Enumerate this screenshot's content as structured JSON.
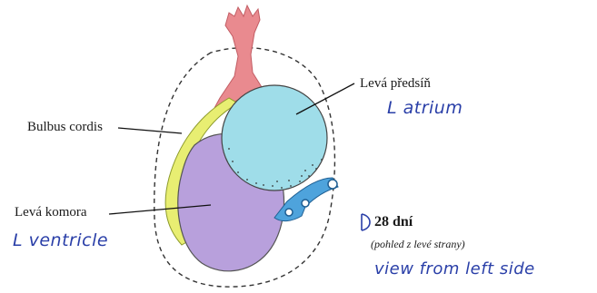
{
  "labels": {
    "left_atrium_cz": "Levá předsíň",
    "bulbus_cordis": "Bulbus cordis",
    "left_ventricle_cz": "Levá komora",
    "age": "28 dní",
    "view_note_cz": "(pohled z levé strany)"
  },
  "handwritten": {
    "left_atrium_en": "L atrium",
    "left_ventricle_en": "L ventricle",
    "view_note_en": "view from left side"
  },
  "colors": {
    "truncus": "#e98a8f",
    "atrium": "#9fdde9",
    "ventricle": "#b8a0dc",
    "bulbus": "#e8ee72",
    "veins": "#4ea3dc",
    "handwriting": "#2a3fa8"
  }
}
